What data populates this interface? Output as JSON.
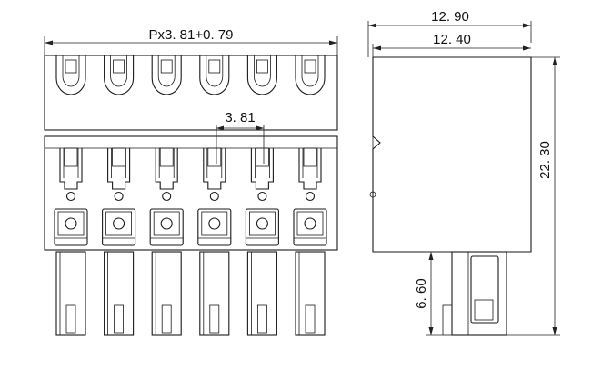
{
  "dimensions": {
    "pitch_label": "Px3. 81+0. 79",
    "pitch_inner": "3. 81",
    "side_total_width": "12. 90",
    "side_body_width": "12. 40",
    "height": "22. 30",
    "pin_length": "6. 60"
  },
  "connector": {
    "pole_count": 6
  }
}
